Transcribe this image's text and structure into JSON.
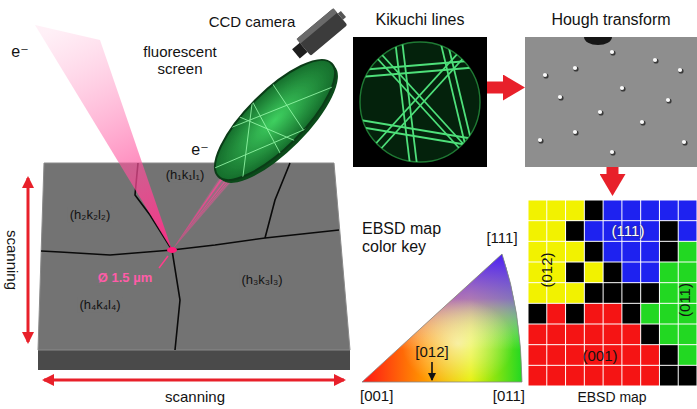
{
  "diagram": {
    "nodes": [
      {
        "text": [
          "Kikuchi lines"
        ]
      },
      {
        "text": [
          "Hough transform"
        ]
      },
      {
        "text": [
          "EBSD map color key",
          "[111]",
          "[001]",
          "[011]",
          "[012]"
        ]
      },
      {
        "text": [
          "EBSD map"
        ]
      },
      {
        "text": [
          "(012)"
        ],
        "in": 3
      },
      {
        "text": [
          "(111)"
        ],
        "in": 3
      },
      {
        "text": [
          "(011)"
        ],
        "in": 3
      },
      {
        "text": [
          "(001)"
        ],
        "in": 3
      }
    ],
    "edges": [
      {
        "from": 0,
        "to": 1,
        "arrow": "to"
      },
      {
        "from": 1,
        "to": 3,
        "arrow": "to"
      }
    ],
    "labels": [
      "e⁻",
      "fluorescent screen",
      "CCD camera",
      "e⁻",
      "(h₁k₁l₁)",
      "(h₂k₂l₂)",
      "(h₃k₃l₃)",
      "(h₄k₄l₄)",
      "Ø 1.5 µm",
      "scanning",
      "scanning"
    ]
  }
}
